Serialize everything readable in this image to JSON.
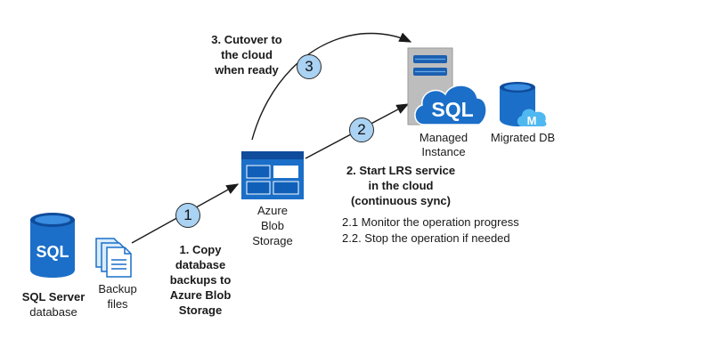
{
  "colors": {
    "sql_blue": "#1b6fc8",
    "sql_dark": "#0f4c9c",
    "step_fill": "#a9d2f3",
    "server_gray": "#bdbdbd",
    "accent_cyan": "#50b8f0"
  },
  "nodes": {
    "sql_server": {
      "title": "SQL Server",
      "subtitle": "database",
      "icon_text": "SQL"
    },
    "backup_files": {
      "line1": "Backup",
      "line2": "files"
    },
    "blob_storage": {
      "line1": "Azure",
      "line2": "Blob",
      "line3": "Storage"
    },
    "managed_instance": {
      "line1": "Managed",
      "line2": "Instance",
      "icon_text": "SQL"
    },
    "migrated_db": {
      "label": "Migrated DB",
      "icon_text": "M"
    }
  },
  "steps": [
    {
      "number": "1",
      "lines": [
        "1. Copy",
        "database",
        "backups to",
        "Azure Blob",
        "Storage"
      ]
    },
    {
      "number": "2",
      "lines": [
        "2. Start LRS service",
        "in the cloud",
        "(continuous sync)"
      ]
    },
    {
      "number": "3",
      "lines": [
        "3. Cutover to",
        "the cloud",
        "when ready"
      ]
    }
  ],
  "notes": [
    "2.1 Monitor the operation progress",
    "2.2. Stop the operation if needed"
  ]
}
